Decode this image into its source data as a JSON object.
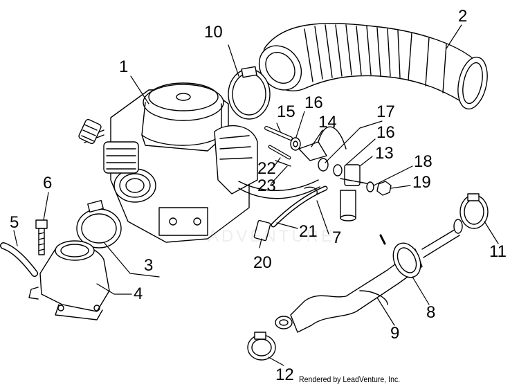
{
  "diagram": {
    "callouts": [
      {
        "id": "c1",
        "label": "1"
      },
      {
        "id": "c2",
        "label": "2"
      },
      {
        "id": "c3",
        "label": "3"
      },
      {
        "id": "c4",
        "label": "4"
      },
      {
        "id": "c5",
        "label": "5"
      },
      {
        "id": "c6",
        "label": "6"
      },
      {
        "id": "c7",
        "label": "7"
      },
      {
        "id": "c8",
        "label": "8"
      },
      {
        "id": "c9",
        "label": "9"
      },
      {
        "id": "c10",
        "label": "10"
      },
      {
        "id": "c11",
        "label": "11"
      },
      {
        "id": "c12",
        "label": "12"
      },
      {
        "id": "c13",
        "label": "13"
      },
      {
        "id": "c14",
        "label": "14"
      },
      {
        "id": "c15",
        "label": "15"
      },
      {
        "id": "c16a",
        "label": "16"
      },
      {
        "id": "c16b",
        "label": "16"
      },
      {
        "id": "c17",
        "label": "17"
      },
      {
        "id": "c18",
        "label": "18"
      },
      {
        "id": "c19",
        "label": "19"
      },
      {
        "id": "c20",
        "label": "20"
      },
      {
        "id": "c21",
        "label": "21"
      },
      {
        "id": "c22",
        "label": "22"
      },
      {
        "id": "c23",
        "label": "23"
      }
    ],
    "credit": "Rendered by LeadVenture, Inc.",
    "watermark": "ADVENTURE"
  }
}
